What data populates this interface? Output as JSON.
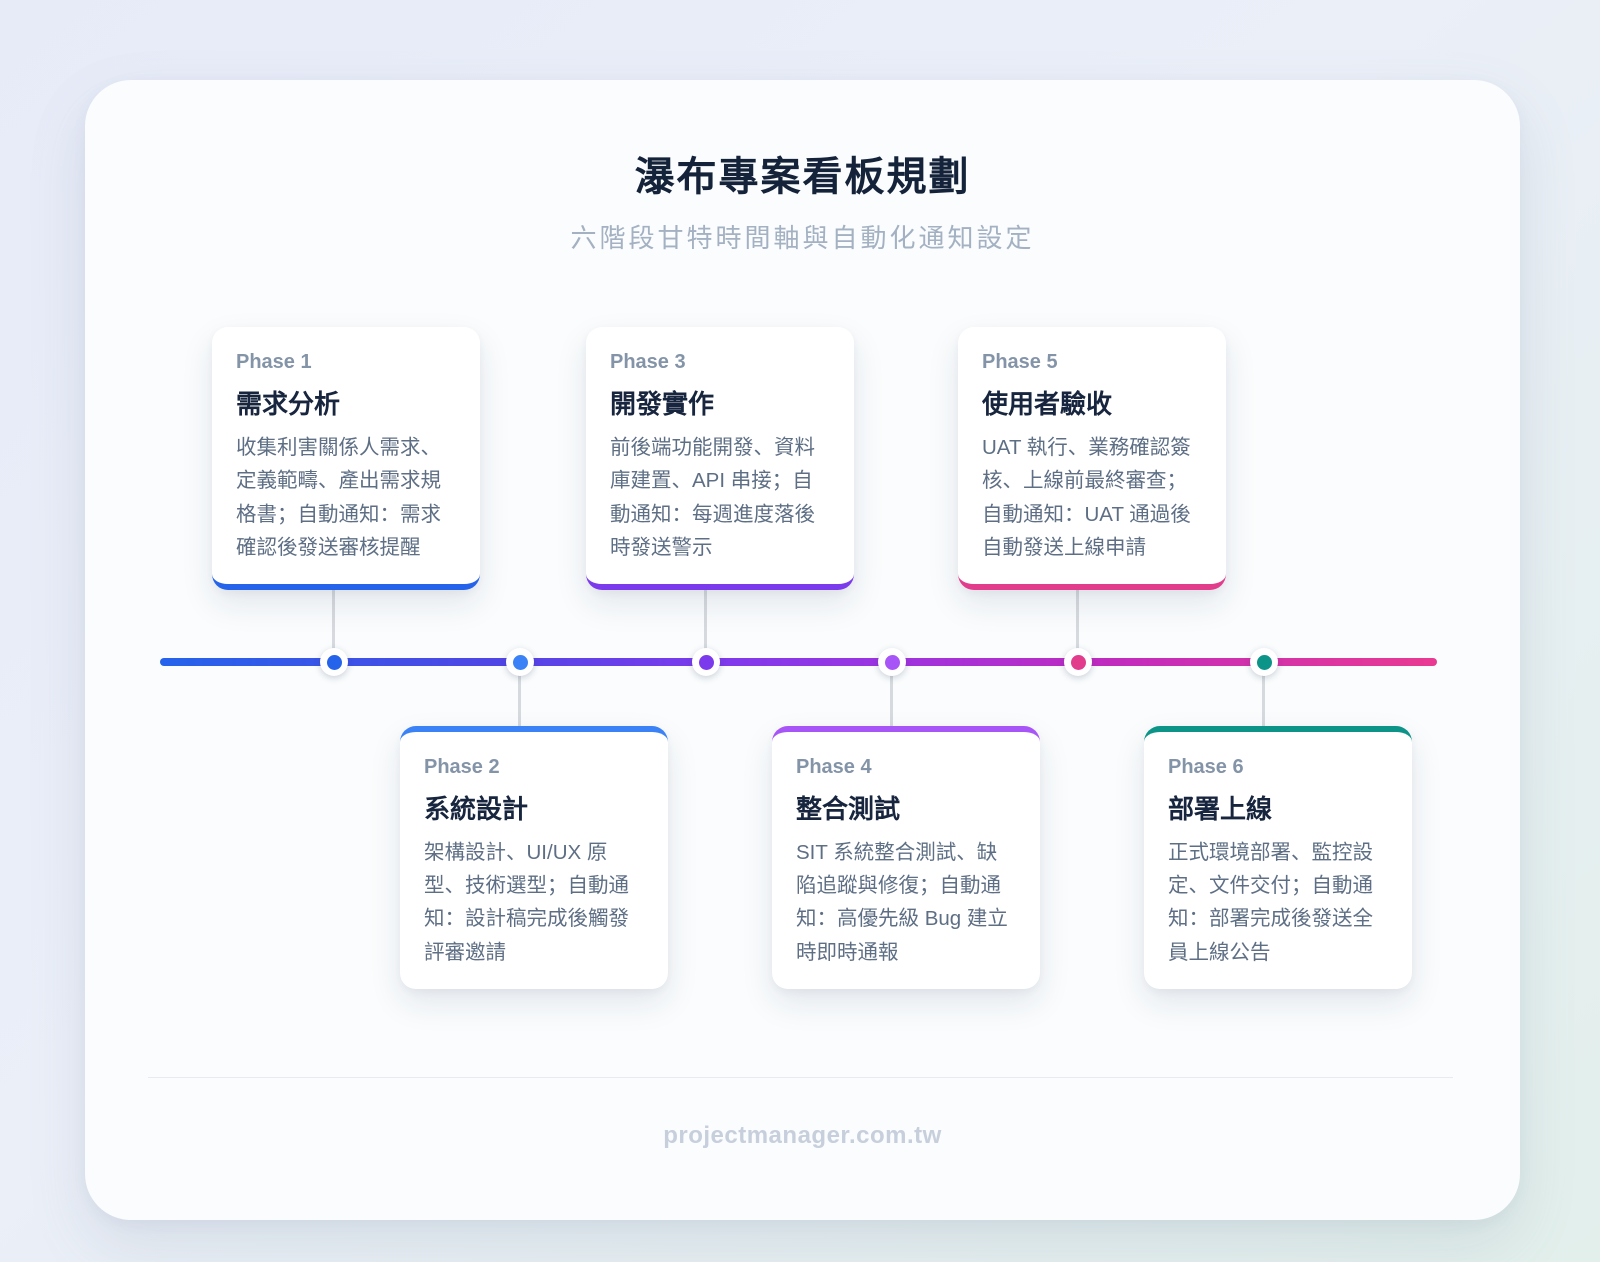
{
  "header": {
    "title": "瀑布專案看板規劃",
    "subtitle": "六階段甘特時間軸與自動化通知設定"
  },
  "phases": [
    {
      "label": "Phase 1",
      "title": "需求分析",
      "description": "收集利害關係人需求、定義範疇、產出需求規格書；自動通知：需求確認後發送審核提醒",
      "accent": "#2563eb",
      "side": "top"
    },
    {
      "label": "Phase 2",
      "title": "系統設計",
      "description": "架構設計、UI/UX 原型、技術選型；自動通知：設計稿完成後觸發評審邀請",
      "accent": "#3b82f6",
      "side": "bottom"
    },
    {
      "label": "Phase 3",
      "title": "開發實作",
      "description": "前後端功能開發、資料庫建置、API 串接；自動通知：每週進度落後時發送警示",
      "accent": "#7c3aed",
      "side": "top"
    },
    {
      "label": "Phase 4",
      "title": "整合測試",
      "description": "SIT 系統整合測試、缺陷追蹤與修復；自動通知：高優先級 Bug 建立時即時通報",
      "accent": "#a855f7",
      "side": "bottom"
    },
    {
      "label": "Phase 5",
      "title": "使用者驗收",
      "description": "UAT 執行、業務確認簽核、上線前最終審查；自動通知：UAT 通過後自動發送上線申請",
      "accent": "#e23d8c",
      "side": "top"
    },
    {
      "label": "Phase 6",
      "title": "部署上線",
      "description": "正式環境部署、監控設定、文件交付；自動通知：部署完成後發送全員上線公告",
      "accent": "#0d9488",
      "side": "bottom"
    }
  ],
  "timeline": {
    "gradient_stops": [
      "#2563eb 0%",
      "#4f46e5 26%",
      "#7c3aed 43%",
      "#9d34e0 57%",
      "#c02bbf 74%",
      "#e93a92 100%"
    ],
    "dot_colors": [
      "#2563eb",
      "#3b82f6",
      "#7c3aed",
      "#a855f7",
      "#e23d8c",
      "#0d9488"
    ]
  },
  "footer": {
    "site": "projectmanager.com.tw"
  }
}
